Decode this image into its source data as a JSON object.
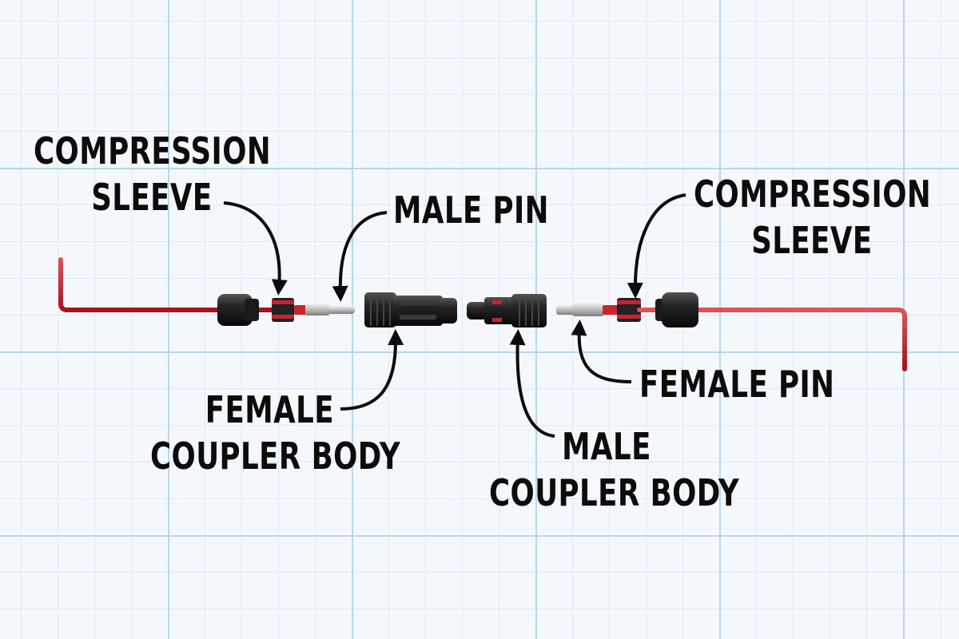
{
  "labels": {
    "compression_sleeve_left": {
      "line1": "COMPRESSION",
      "line2": "SLEEVE"
    },
    "male_pin": "MALE PIN",
    "compression_sleeve_right": {
      "line1": "COMPRESSION",
      "line2": "SLEEVE"
    },
    "female_coupler_body": {
      "line1": "FEMALE",
      "line2": "COUPLER BODY"
    },
    "male_coupler_body": {
      "line1": "MALE",
      "line2": "COUPLER BODY"
    },
    "female_pin": "FEMALE PIN"
  },
  "colors": {
    "wire": "#c8242f",
    "connector": "#1f1f1f",
    "metal": "#c9c9c9",
    "grid_major": "#b9d7ea",
    "grid_minor": "#dbe9f3"
  }
}
